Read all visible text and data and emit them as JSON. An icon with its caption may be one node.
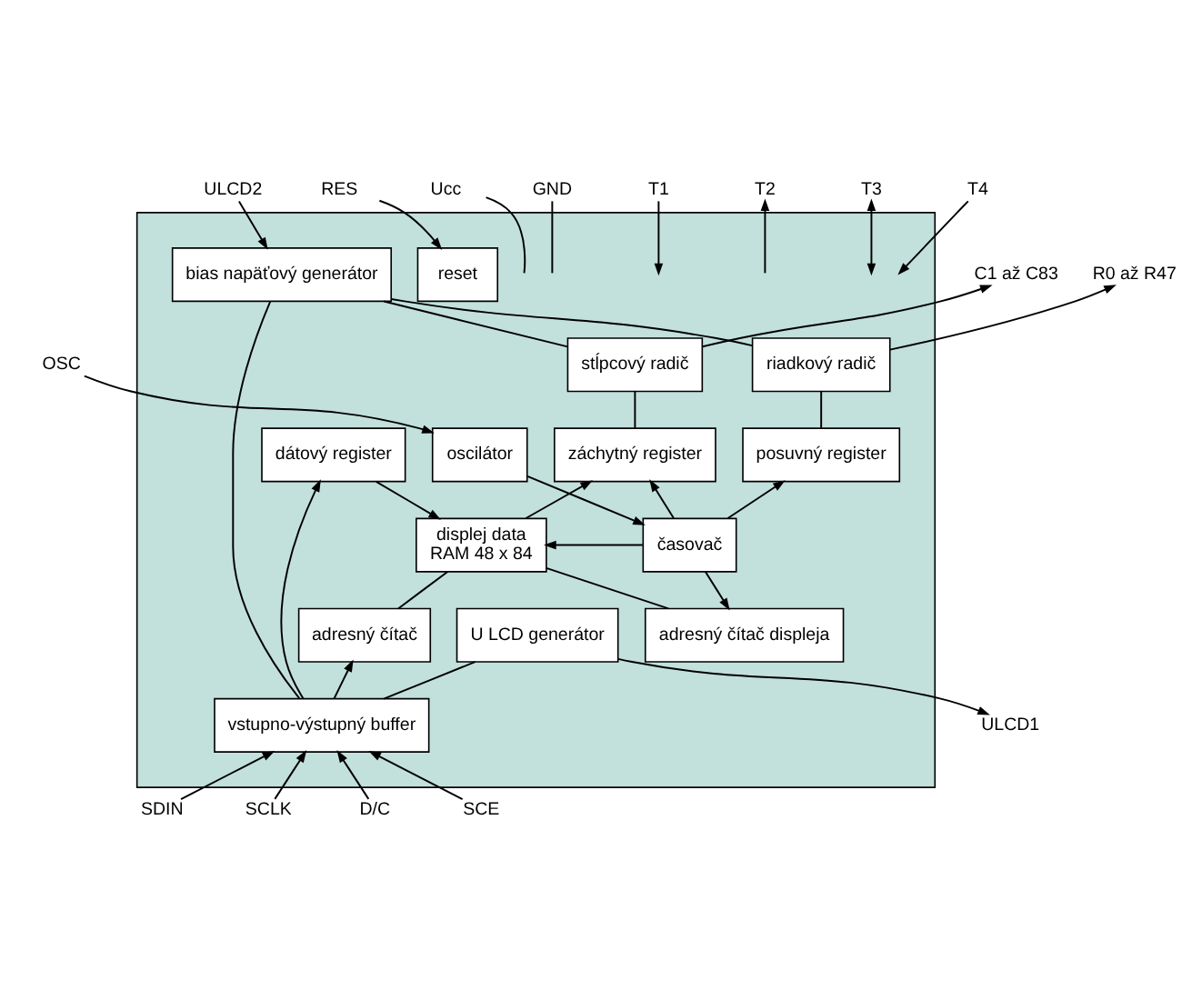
{
  "diagram": {
    "nodes": [
      {
        "text": [],
        "shape": "box"
      },
      {
        "text": [
          "bias napäťový generátor"
        ],
        "in": 0
      },
      {
        "text": [
          "stĺpcový radič"
        ],
        "in": 0
      },
      {
        "text": [
          "riadkový radič"
        ],
        "in": 0
      },
      {
        "text": [
          "záchytný register"
        ],
        "in": 0
      },
      {
        "text": [
          "posuvný register"
        ],
        "in": 0
      },
      {
        "text": [
          "reset"
        ],
        "in": 0
      },
      {
        "text": [
          "U LCD generátor"
        ],
        "in": 0
      },
      {
        "text": [
          "oscilátor"
        ],
        "in": 0
      },
      {
        "text": [
          "displej data",
          "RAM 48 x 84"
        ],
        "in": 0
      },
      {
        "text": [
          "časovač"
        ],
        "in": 0
      },
      {
        "text": [
          "adresný čítač displeja"
        ],
        "in": 0
      },
      {
        "text": [
          "adresný čítač"
        ],
        "in": 0
      },
      {
        "text": [
          "dátový register"
        ],
        "in": 0
      },
      {
        "text": [
          "vstupno-výstupný buffer"
        ],
        "in": 0
      },
      {
        "text": [
          "C1 až C83"
        ]
      },
      {
        "text": [
          "R0 až R47"
        ]
      },
      {
        "text": [
          "ULCD2"
        ]
      },
      {
        "text": [
          "RES"
        ]
      },
      {
        "text": [
          "ULCD1"
        ]
      },
      {
        "text": [
          "OSC"
        ]
      },
      {
        "text": [
          "Ucc"
        ]
      },
      {
        "text": [
          "GND"
        ]
      },
      {
        "text": [
          "T1"
        ]
      },
      {
        "text": [
          "T2"
        ]
      },
      {
        "text": [
          "T3"
        ]
      },
      {
        "text": [
          "T4"
        ]
      },
      {
        "text": [
          "SDIN"
        ]
      },
      {
        "text": [
          "SCLK"
        ]
      },
      {
        "text": [
          "D/C"
        ]
      },
      {
        "text": [
          "SCE"
        ]
      }
    ],
    "edges": [
      {
        "from": 2,
        "to": 15,
        "arrow": "to"
      },
      {
        "from": 3,
        "to": 16,
        "arrow": "to"
      },
      {
        "from": 17,
        "to": 1,
        "arrow": "to"
      },
      {
        "from": 1,
        "to": 2,
        "arrow": "none"
      },
      {
        "from": 1,
        "to": 3,
        "arrow": "none"
      },
      {
        "from": 2,
        "to": 4,
        "arrow": "none"
      },
      {
        "from": 3,
        "to": 5,
        "arrow": "none"
      },
      {
        "from": 10,
        "to": 4,
        "arrow": "to"
      },
      {
        "from": 10,
        "to": 5,
        "arrow": "to"
      },
      {
        "from": 18,
        "to": 6,
        "arrow": "to"
      },
      {
        "from": 20,
        "to": 8,
        "arrow": "to"
      },
      {
        "from": 8,
        "to": 10,
        "arrow": "to"
      },
      {
        "from": 10,
        "to": 9,
        "arrow": "to"
      },
      {
        "from": 10,
        "to": 11,
        "arrow": "to"
      },
      {
        "from": 9,
        "to": 11,
        "arrow": "none"
      },
      {
        "from": 9,
        "to": 4,
        "arrow": "to"
      },
      {
        "from": 9,
        "to": 12,
        "arrow": "none"
      },
      {
        "from": 14,
        "to": 12,
        "arrow": "to"
      },
      {
        "from": 14,
        "to": 13,
        "arrow": "to"
      },
      {
        "from": 13,
        "to": 9,
        "arrow": "to"
      },
      {
        "from": 1,
        "to": 14,
        "arrow": "none"
      },
      {
        "from": 7,
        "to": 14,
        "arrow": "none"
      },
      {
        "from": 7,
        "to": 19,
        "arrow": "to"
      },
      {
        "from": 21,
        "to": null,
        "arrow": "none"
      },
      {
        "from": 22,
        "to": null,
        "arrow": "none"
      },
      {
        "from": 23,
        "to": null,
        "arrow": "to"
      },
      {
        "from": null,
        "to": 24,
        "arrow": "to"
      },
      {
        "from": 25,
        "to": null,
        "arrow": "both"
      },
      {
        "from": 26,
        "to": null,
        "arrow": "to"
      },
      {
        "from": 27,
        "to": 14,
        "arrow": "to"
      },
      {
        "from": 28,
        "to": 14,
        "arrow": "to"
      },
      {
        "from": 29,
        "to": 14,
        "arrow": "to"
      },
      {
        "from": 30,
        "to": 14,
        "arrow": "to"
      }
    ]
  }
}
